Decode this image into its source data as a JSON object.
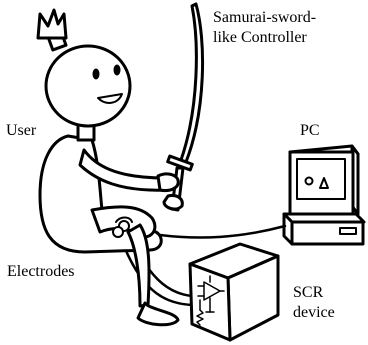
{
  "labels": {
    "sword": [
      "Samurai-sword-",
      "like Controller"
    ],
    "user": "User",
    "pc": "PC",
    "electrodes": "Electrodes",
    "scr": [
      "SCR",
      "device"
    ]
  },
  "screen_symbols": [
    "o",
    "Δ"
  ],
  "colors": {
    "ink": "#000000",
    "paper": "#ffffff"
  }
}
